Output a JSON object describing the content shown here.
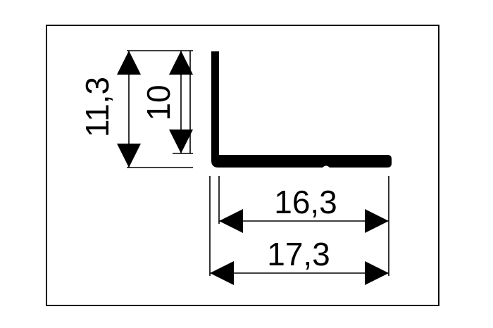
{
  "diagram": {
    "stroke_color": "#000000",
    "background_color": "#ffffff",
    "dimensions": {
      "outer_height": "11,3",
      "inner_height": "10",
      "inner_width": "16,3",
      "outer_width": "17,3"
    }
  }
}
